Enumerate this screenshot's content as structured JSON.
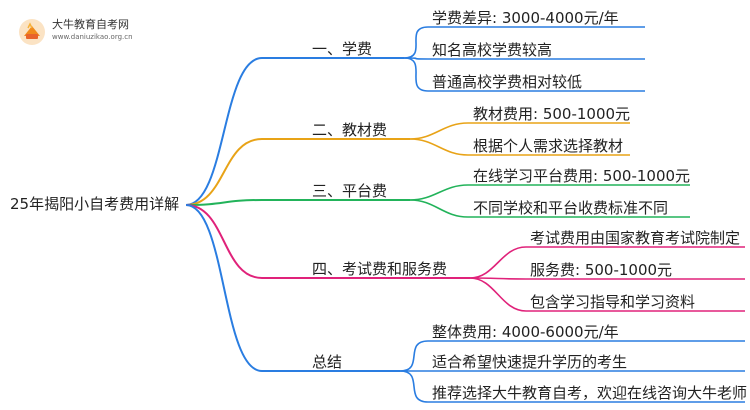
{
  "logo": {
    "title": "大牛教育自考网",
    "url": "www.daniuzikao.org.cn"
  },
  "root": "25年揭阳小自考费用详解",
  "branches": [
    {
      "label": "一、学费",
      "color": "#2a7de1",
      "leaves": [
        "学费差异: 3000-4000元/年",
        "知名高校学费较高",
        "普通高校学费相对较低"
      ]
    },
    {
      "label": "二、教材费",
      "color": "#e8a317",
      "leaves": [
        "教材费用: 500-1000元",
        "根据个人需求选择教材"
      ]
    },
    {
      "label": "三、平台费",
      "color": "#22b35a",
      "leaves": [
        "在线学习平台费用: 500-1000元",
        "不同学校和平台收费标准不同"
      ]
    },
    {
      "label": "四、考试费和服务费",
      "color": "#e0227a",
      "leaves": [
        "考试费用由国家教育考试院制定",
        "服务费: 500-1000元",
        "包含学习指导和学习资料"
      ]
    },
    {
      "label": "总结",
      "color": "#2a7de1",
      "leaves": [
        "整体费用: 4000-6000元/年",
        "适合希望快速提升学历的考生",
        "推荐选择大牛教育自考，欢迎在线咨询大牛老师"
      ]
    }
  ]
}
